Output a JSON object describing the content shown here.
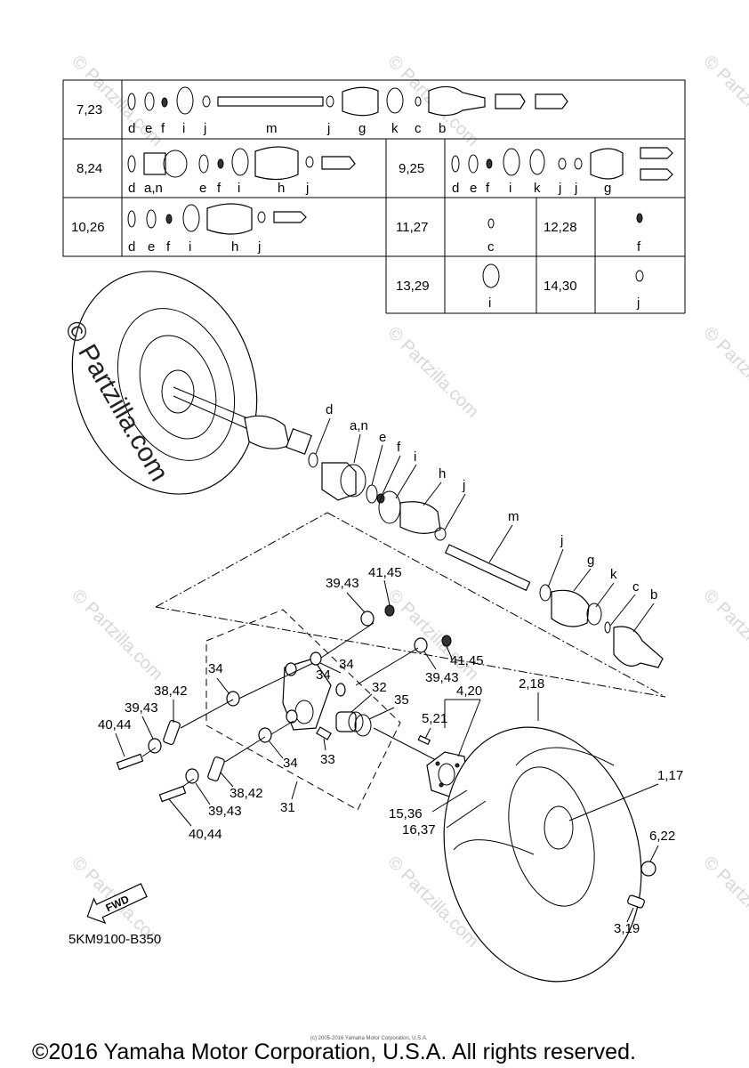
{
  "watermark": {
    "text": "© Partzilla.com",
    "icon": "partzilla-watermark"
  },
  "table": {
    "rows": [
      {
        "code": "7,23",
        "letters": [
          "d",
          "e",
          "f",
          "i",
          "j",
          "m",
          "j",
          "g",
          "k",
          "c",
          "b"
        ]
      },
      {
        "code": "8,24",
        "letters": [
          "d",
          "a,n",
          "e",
          "f",
          "i",
          "h",
          "j"
        ]
      },
      {
        "code": "9,25",
        "letters": [
          "d",
          "e",
          "f",
          "i",
          "k",
          "j",
          "j",
          "g"
        ]
      },
      {
        "code": "10,26",
        "letters": [
          "d",
          "e",
          "f",
          "i",
          "h",
          "j"
        ]
      },
      {
        "code": "11,27",
        "letters": [
          "c"
        ]
      },
      {
        "code": "12,28",
        "letters": [
          "f"
        ]
      },
      {
        "code": "13,29",
        "letters": [
          "i"
        ]
      },
      {
        "code": "14,30",
        "letters": [
          "j"
        ]
      }
    ]
  },
  "callouts": {
    "d": "d",
    "a_n": "a,n",
    "e": "e",
    "f": "f",
    "i": "i",
    "h": "h",
    "j1": "j",
    "m": "m",
    "j2": "j",
    "g": "g",
    "k": "k",
    "c": "c",
    "b": "b",
    "p41_45_top": "41,45",
    "p39_43_top": "39,43",
    "p34_a": "34",
    "p34_b": "34",
    "p41_45_mid": "41,45",
    "p39_43_mid": "39,43",
    "p38_42_top": "38,42",
    "p39_43_left": "39,43",
    "p40_44_top": "40,44",
    "p32": "32",
    "p35": "35",
    "p33": "33",
    "p34_c": "34",
    "p38_42_bot": "38,42",
    "p39_43_bot": "39,43",
    "p31": "31",
    "p40_44_bot": "40,44",
    "p4_20": "4,20",
    "p5_21": "5,21",
    "p2_18": "2,18",
    "p1_17": "1,17",
    "p15_36": "15,36",
    "p16_37": "16,37",
    "p6_22": "6,22",
    "p3_19": "3,19"
  },
  "fwd_label": "FWD",
  "part_number": "5KM9100-B350",
  "small_copyright": "(c) 2005-2016 Yamaha Motor Corporation, U.S.A.",
  "copyright": "©2016 Yamaha Motor Corporation, U.S.A. All rights reserved."
}
